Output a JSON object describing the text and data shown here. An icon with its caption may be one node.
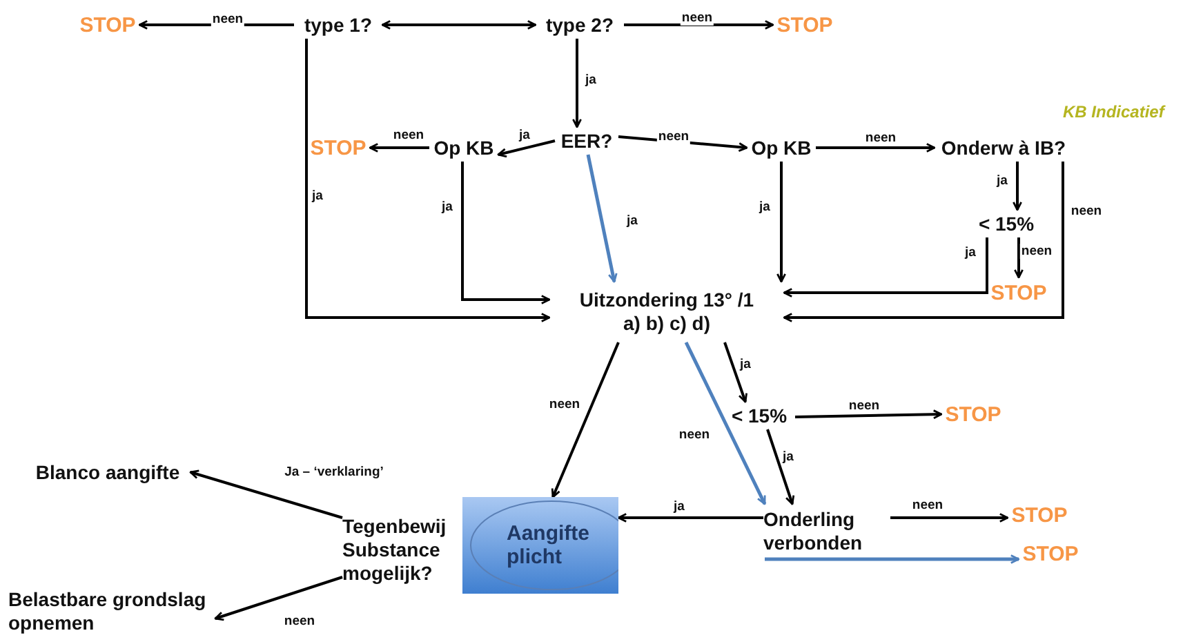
{
  "diagram": {
    "nodes": [
      {
        "text": [
          "type 1?"
        ]
      },
      {
        "text": [
          "type 2?"
        ]
      },
      {
        "text": [
          "STOP"
        ]
      },
      {
        "text": [
          "STOP"
        ]
      },
      {
        "text": [
          "EER?"
        ]
      },
      {
        "text": [
          "Op KB"
        ]
      },
      {
        "text": [
          "STOP"
        ]
      },
      {
        "text": [
          "Op KB"
        ]
      },
      {
        "text": [
          "Onderw à IB?"
        ]
      },
      {
        "text": [
          "< 15%"
        ]
      },
      {
        "text": [
          "STOP"
        ]
      },
      {
        "text": [
          "Uitzondering 13° /1",
          "a) b) c) d)"
        ]
      },
      {
        "text": [
          "< 15%"
        ]
      },
      {
        "text": [
          "STOP"
        ]
      },
      {
        "text": [
          "Aangifte plicht"
        ]
      },
      {
        "text": [
          "Tegenbewij Substance mogelijk?"
        ]
      },
      {
        "text": [
          "Onderling verbonden"
        ]
      },
      {
        "text": [
          "STOP"
        ]
      },
      {
        "text": [
          "STOP"
        ]
      },
      {
        "text": [
          "Blanco aangifte"
        ]
      },
      {
        "text": [
          "Belastbare grondslag opnemen"
        ]
      }
    ],
    "edges": [
      {
        "from": 0,
        "to": 2,
        "arrow": "to",
        "label": "neen"
      },
      {
        "from": 0,
        "to": 1,
        "arrow": "both"
      },
      {
        "from": 1,
        "to": 3,
        "arrow": "to",
        "label": "neen"
      },
      {
        "from": 1,
        "to": 4,
        "arrow": "to",
        "label": "ja"
      },
      {
        "from": 4,
        "to": 5,
        "arrow": "to",
        "label": "ja"
      },
      {
        "from": 5,
        "to": 6,
        "arrow": "to",
        "label": "neen"
      },
      {
        "from": 4,
        "to": 7,
        "arrow": "to",
        "label": "neen"
      },
      {
        "from": 7,
        "to": 8,
        "arrow": "to",
        "label": "neen"
      },
      {
        "from": 8,
        "to": 9,
        "arrow": "to",
        "label": "ja"
      },
      {
        "from": 9,
        "to": 10,
        "arrow": "to",
        "label": "neen"
      },
      {
        "from": 9,
        "to": 11,
        "arrow": "to",
        "label": "ja"
      },
      {
        "from": 8,
        "to": 11,
        "arrow": "to",
        "label": "neen"
      },
      {
        "from": 7,
        "to": 11,
        "arrow": "to",
        "label": "ja"
      },
      {
        "from": 5,
        "to": 11,
        "arrow": "to",
        "label": "ja"
      },
      {
        "from": 0,
        "to": 11,
        "arrow": "to",
        "label": "ja"
      },
      {
        "from": 4,
        "to": 11,
        "arrow": "to",
        "label": "ja",
        "color": "#4f81bd"
      },
      {
        "from": 11,
        "to": 14,
        "arrow": "to",
        "label": "neen"
      },
      {
        "from": 11,
        "to": 16,
        "arrow": "to",
        "label": "neen",
        "color": "#4f81bd"
      },
      {
        "from": 11,
        "to": 12,
        "arrow": "to",
        "label": "ja"
      },
      {
        "from": 12,
        "to": 13,
        "arrow": "to",
        "label": "neen"
      },
      {
        "from": 12,
        "to": 16,
        "arrow": "to",
        "label": "ja"
      },
      {
        "from": 16,
        "to": 14,
        "arrow": "to",
        "label": "ja"
      },
      {
        "from": 16,
        "to": 17,
        "arrow": "to",
        "label": "neen"
      },
      {
        "from": 16,
        "to": 18,
        "arrow": "to",
        "color": "#4f81bd"
      },
      {
        "from": 15,
        "to": 19,
        "arrow": "to",
        "label": "Ja – ‘verklaring’"
      },
      {
        "from": 15,
        "to": 20,
        "arrow": "to",
        "label": "neen"
      }
    ],
    "labels": [
      "KB Indicatief"
    ]
  }
}
